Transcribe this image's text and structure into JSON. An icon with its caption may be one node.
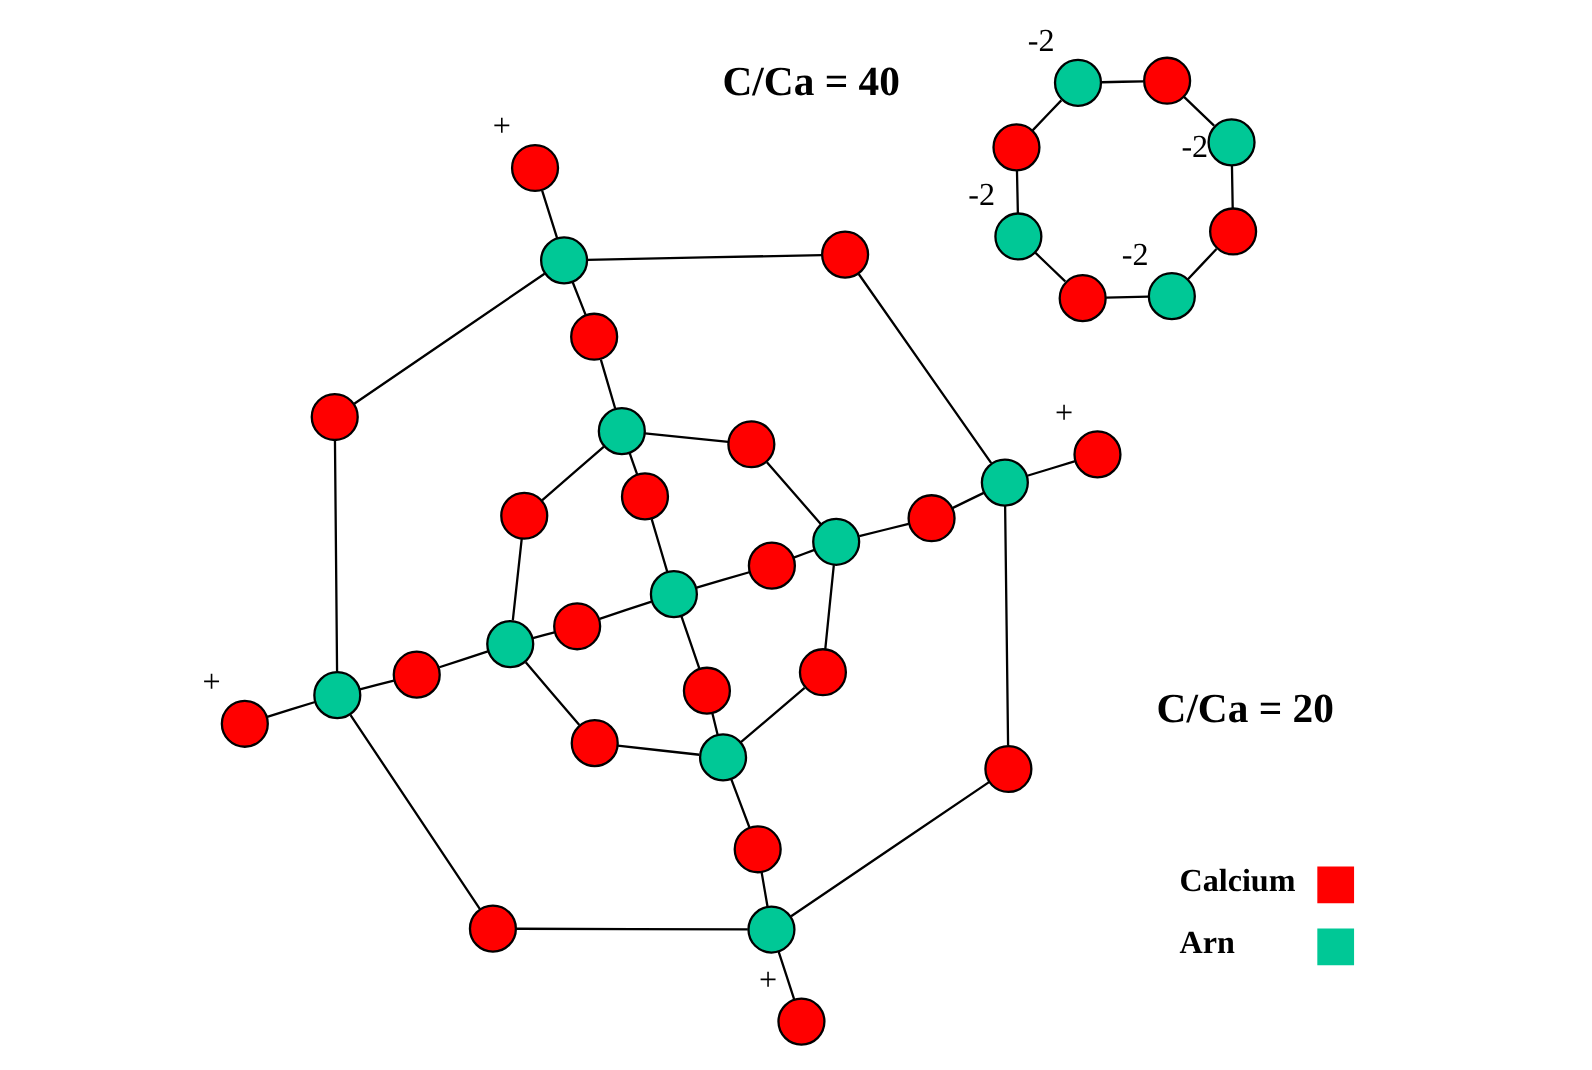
{
  "diagram": {
    "nodes": [
      {
        "text": [],
        "shape": "circle",
        "beside": [
          "+"
        ]
      },
      {
        "text": [],
        "shape": "circle",
        "beside": [
          "+"
        ]
      },
      {
        "text": [],
        "shape": "circle"
      },
      {
        "text": [],
        "shape": "circle"
      },
      {
        "text": [],
        "shape": "circle"
      },
      {
        "text": [],
        "shape": "circle"
      },
      {
        "text": [],
        "shape": "circle"
      },
      {
        "text": [],
        "shape": "circle"
      },
      {
        "text": [],
        "shape": "circle"
      },
      {
        "text": [],
        "shape": "circle"
      },
      {
        "text": [],
        "shape": "circle"
      },
      {
        "text": [],
        "shape": "circle"
      },
      {
        "text": [],
        "shape": "circle"
      },
      {
        "text": [],
        "shape": "circle"
      },
      {
        "text": [],
        "shape": "circle"
      },
      {
        "text": [],
        "shape": "circle"
      },
      {
        "text": [],
        "shape": "circle"
      },
      {
        "text": [],
        "shape": "circle"
      },
      {
        "text": [],
        "shape": "circle"
      },
      {
        "text": [],
        "shape": "circle"
      },
      {
        "text": [],
        "shape": "circle"
      },
      {
        "text": [],
        "shape": "circle"
      },
      {
        "text": [],
        "shape": "circle"
      },
      {
        "text": [],
        "shape": "circle"
      },
      {
        "text": [],
        "shape": "circle"
      },
      {
        "text": [],
        "shape": "circle"
      },
      {
        "text": [],
        "shape": "circle"
      },
      {
        "text": [],
        "shape": "circle",
        "beside": [
          "+"
        ]
      },
      {
        "text": [],
        "shape": "circle",
        "beside": [
          "+"
        ]
      },
      {
        "text": [],
        "shape": "circle",
        "beside": [
          "-2"
        ]
      },
      {
        "text": [],
        "shape": "circle"
      },
      {
        "text": [],
        "shape": "circle",
        "beside": [
          "-2"
        ]
      },
      {
        "text": [],
        "shape": "circle"
      },
      {
        "text": [],
        "shape": "circle"
      },
      {
        "text": [],
        "shape": "circle"
      },
      {
        "text": [],
        "shape": "circle",
        "beside": [
          "-2"
        ]
      },
      {
        "text": [],
        "shape": "circle",
        "beside": [
          "-2"
        ]
      }
    ],
    "edges": [
      {
        "from": 0,
        "to": 2,
        "arrow": "none"
      },
      {
        "from": 1,
        "to": 4,
        "arrow": "none"
      },
      {
        "from": 2,
        "to": 3,
        "arrow": "none"
      },
      {
        "from": 3,
        "to": 4,
        "arrow": "none"
      },
      {
        "from": 2,
        "to": 5,
        "arrow": "none"
      },
      {
        "from": 5,
        "to": 7,
        "arrow": "none"
      },
      {
        "from": 4,
        "to": 6,
        "arrow": "none"
      },
      {
        "from": 6,
        "to": 9,
        "arrow": "none"
      },
      {
        "from": 7,
        "to": 8,
        "arrow": "none"
      },
      {
        "from": 8,
        "to": 9,
        "arrow": "none"
      },
      {
        "from": 7,
        "to": 10,
        "arrow": "none"
      },
      {
        "from": 10,
        "to": 13,
        "arrow": "none"
      },
      {
        "from": 9,
        "to": 11,
        "arrow": "none"
      },
      {
        "from": 11,
        "to": 13,
        "arrow": "none"
      },
      {
        "from": 2,
        "to": 12,
        "arrow": "none"
      },
      {
        "from": 12,
        "to": 25,
        "arrow": "none"
      },
      {
        "from": 4,
        "to": 14,
        "arrow": "none"
      },
      {
        "from": 14,
        "to": 24,
        "arrow": "none"
      },
      {
        "from": 7,
        "to": 15,
        "arrow": "none"
      },
      {
        "from": 15,
        "to": 19,
        "arrow": "none"
      },
      {
        "from": 9,
        "to": 16,
        "arrow": "none"
      },
      {
        "from": 16,
        "to": 21,
        "arrow": "none"
      },
      {
        "from": 13,
        "to": 17,
        "arrow": "none"
      },
      {
        "from": 17,
        "to": 19,
        "arrow": "none"
      },
      {
        "from": 13,
        "to": 18,
        "arrow": "none"
      },
      {
        "from": 18,
        "to": 21,
        "arrow": "none"
      },
      {
        "from": 19,
        "to": 20,
        "arrow": "none"
      },
      {
        "from": 20,
        "to": 21,
        "arrow": "none"
      },
      {
        "from": 19,
        "to": 22,
        "arrow": "none"
      },
      {
        "from": 22,
        "to": 25,
        "arrow": "none"
      },
      {
        "from": 21,
        "to": 23,
        "arrow": "none"
      },
      {
        "from": 23,
        "to": 24,
        "arrow": "none"
      },
      {
        "from": 25,
        "to": 26,
        "arrow": "none"
      },
      {
        "from": 26,
        "to": 24,
        "arrow": "none"
      },
      {
        "from": 25,
        "to": 27,
        "arrow": "none"
      },
      {
        "from": 24,
        "to": 28,
        "arrow": "none"
      },
      {
        "from": 29,
        "to": 30,
        "arrow": "none"
      },
      {
        "from": 30,
        "to": 31,
        "arrow": "none"
      },
      {
        "from": 31,
        "to": 32,
        "arrow": "none"
      },
      {
        "from": 32,
        "to": 36,
        "arrow": "none"
      },
      {
        "from": 29,
        "to": 33,
        "arrow": "none"
      },
      {
        "from": 33,
        "to": 35,
        "arrow": "none"
      },
      {
        "from": 35,
        "to": 34,
        "arrow": "none"
      },
      {
        "from": 34,
        "to": 36,
        "arrow": "none"
      }
    ],
    "labels": [
      "C/Ca = 20",
      "C/Ca = 40"
    ],
    "legend": [
      {
        "text": "Calcium",
        "color": "#ff0000"
      },
      {
        "text": "Arn",
        "color": "#00c896"
      }
    ]
  }
}
